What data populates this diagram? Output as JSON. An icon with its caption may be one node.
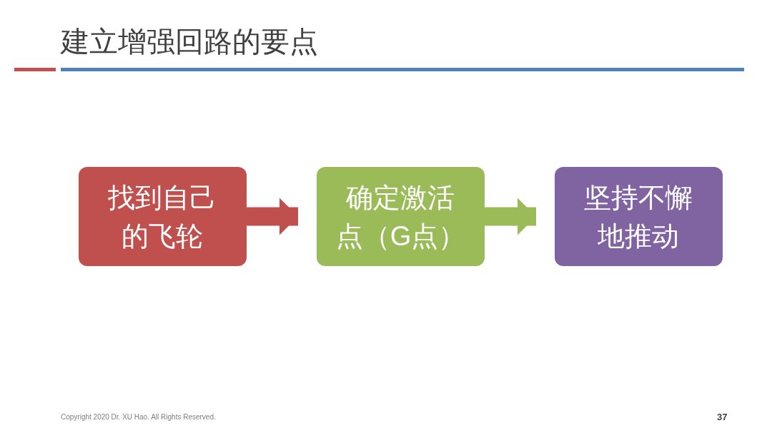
{
  "diagram": {
    "title": "建立增强回路的要点",
    "nodes": [
      {
        "text": [
          "找到自己的飞轮"
        ]
      },
      {
        "text": [
          "确定激活点（G点）"
        ]
      },
      {
        "text": [
          "坚持不懈地推动"
        ]
      }
    ],
    "edges": [
      {
        "from": 0,
        "to": 1,
        "arrow": "to",
        "color": "#c0504d"
      },
      {
        "from": 1,
        "to": 2,
        "arrow": "to",
        "color": "#9bbb59"
      }
    ],
    "labels": [
      "Copyright 2020 Dr. XU Hao. All Rights Reserved.",
      "37"
    ]
  }
}
